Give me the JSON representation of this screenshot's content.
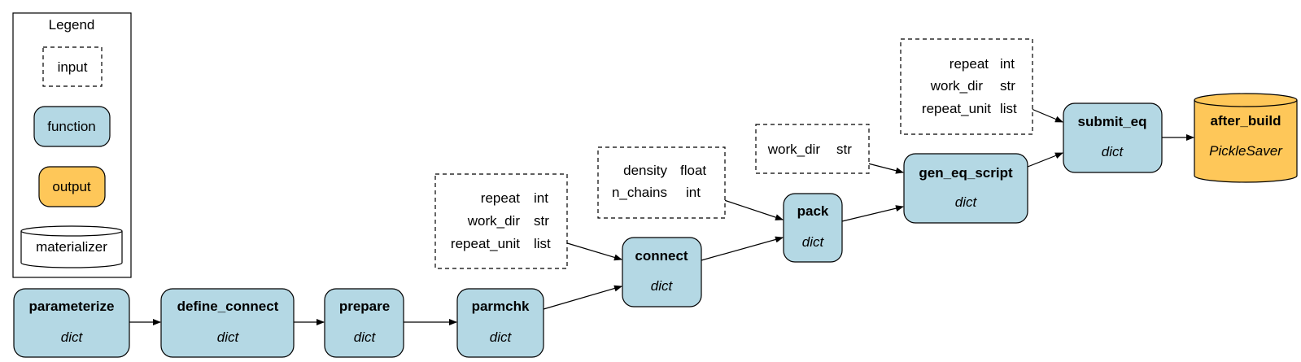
{
  "colors": {
    "function_fill": "#b4d8e4",
    "output_fill": "#fec759",
    "stroke": "#000000",
    "background": "#ffffff"
  },
  "legend": {
    "title": "Legend",
    "input": "input",
    "function": "function",
    "output": "output",
    "materializer": "materializer"
  },
  "nodes": {
    "parameterize": {
      "name": "parameterize",
      "type": "dict"
    },
    "define_connect": {
      "name": "define_connect",
      "type": "dict"
    },
    "prepare": {
      "name": "prepare",
      "type": "dict"
    },
    "parmchk": {
      "name": "parmchk",
      "type": "dict"
    },
    "connect": {
      "name": "connect",
      "type": "dict"
    },
    "pack": {
      "name": "pack",
      "type": "dict"
    },
    "gen_eq_script": {
      "name": "gen_eq_script",
      "type": "dict"
    },
    "submit_eq": {
      "name": "submit_eq",
      "type": "dict"
    },
    "after_build": {
      "name": "after_build",
      "type": "PickleSaver"
    }
  },
  "inputs": {
    "connect_inputs": [
      {
        "name": "repeat",
        "type": "int"
      },
      {
        "name": "work_dir",
        "type": "str"
      },
      {
        "name": "repeat_unit",
        "type": "list"
      }
    ],
    "pack_inputs": [
      {
        "name": "density",
        "type": "float"
      },
      {
        "name": "n_chains",
        "type": "int"
      }
    ],
    "gen_eq_inputs": [
      {
        "name": "work_dir",
        "type": "str"
      }
    ],
    "submit_eq_inputs": [
      {
        "name": "repeat",
        "type": "int"
      },
      {
        "name": "work_dir",
        "type": "str"
      },
      {
        "name": "repeat_unit",
        "type": "list"
      }
    ]
  }
}
